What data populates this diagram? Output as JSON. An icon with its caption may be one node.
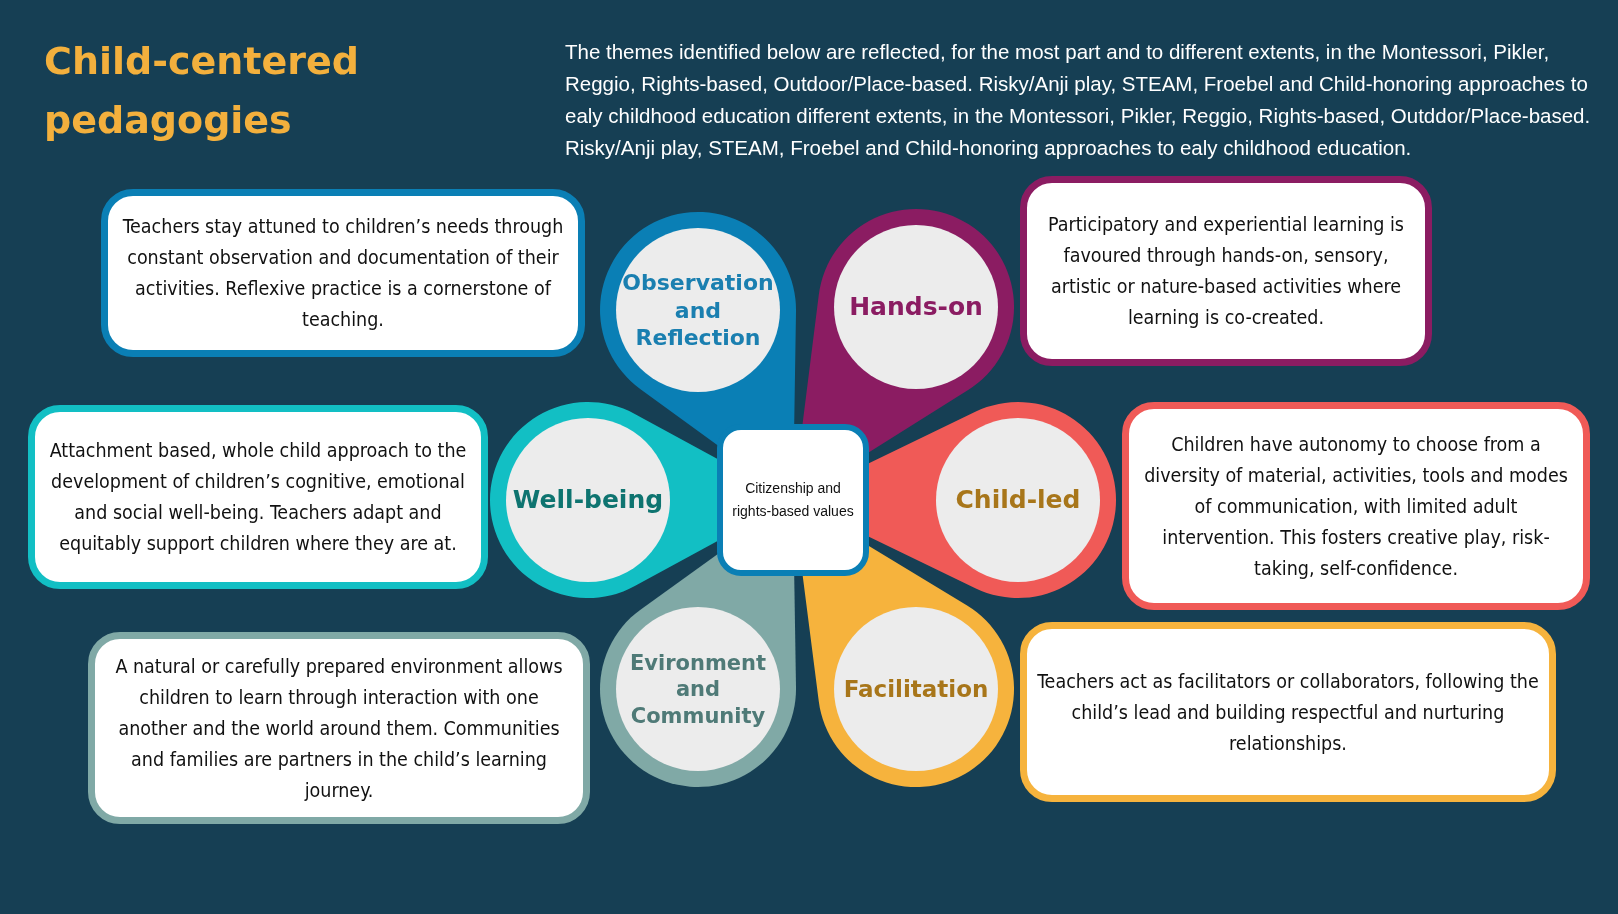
{
  "diagram": {
    "title": "Child-centered pedagogies",
    "nodes": [
      {
        "text": [
          "Teachers stay attuned to children’s needs through constant observation and documentation of their activities. Reflexive practice is a cornerstone of teaching."
        ]
      },
      {
        "text": [
          "Observation and Reflection"
        ]
      },
      {
        "text": [
          "Hands-on"
        ]
      },
      {
        "text": [
          "Participatory and experiential learning is favoured through hands-on, sensory, artistic or nature-based activities where learning is co-created."
        ]
      },
      {
        "text": [
          "Attachment based, whole child approach to the development of children’s cognitive, emotional and social well-being. Teachers adapt and equitably support children where they are at."
        ]
      },
      {
        "text": [
          "Well-being"
        ]
      },
      {
        "text": [
          "Citizenship and rights-based values"
        ]
      },
      {
        "text": [
          "Child-led"
        ]
      },
      {
        "text": [
          "Children have autonomy to choose from a diversity of material, activities, tools and modes of communication, with limited adult intervention. This fosters creative play, risk-taking, self-confidence."
        ]
      },
      {
        "text": [
          "A natural or carefully prepared environment allows children to learn through interaction with one another and the world around them. Communities and families are partners in the child’s learning journey."
        ]
      },
      {
        "text": [
          "Evironment and Community"
        ]
      },
      {
        "text": [
          "Facilitation"
        ]
      },
      {
        "text": [
          "Teachers act as facilitators or collaborators, following the child’s lead and building respectful and nurturing relationships."
        ]
      }
    ],
    "labels": [
      "The themes identified below are reflected, for the most part and to different extents, in the Montessori, Pikler, Reggio, Rights-based, Outdoor/Place-based. Risky/Anji play, STEAM, Froebel and Child-honoring approaches to ealy childhood education different extents, in the Montessori, Pikler, Reggio, Rights-based, Outddor/Place-based. Risky/Anji play, STEAM, Froebel and Child-honoring approaches to ealy childhood education."
    ]
  }
}
